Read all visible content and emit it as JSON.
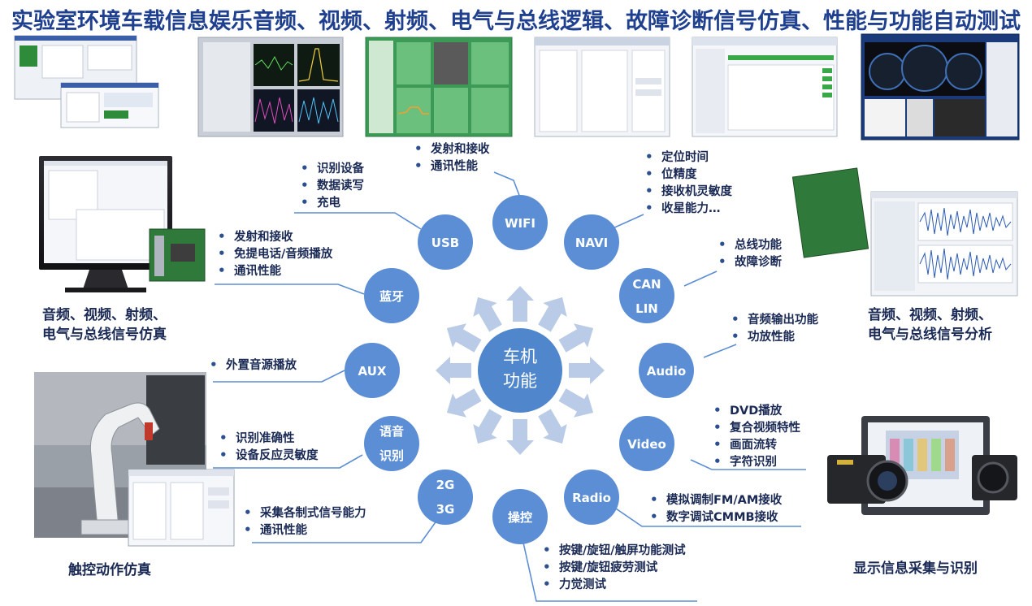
{
  "title": "实验室环境车载信息娱乐音频、视频、射频、电气与总线逻辑、故障诊断信号仿真、性能与功能自动测试",
  "center": [
    "车机",
    "功能"
  ],
  "nodes": {
    "wifi": [
      "WIFI"
    ],
    "navi": [
      "NAVI"
    ],
    "can": [
      "CAN",
      "LIN"
    ],
    "audio": [
      "Audio"
    ],
    "video": [
      "Video"
    ],
    "radio": [
      "Radio"
    ],
    "control": [
      "操控"
    ],
    "g23": [
      "2G",
      "3G"
    ],
    "voice": [
      "语音",
      "识别"
    ],
    "aux": [
      "AUX"
    ],
    "bluetooth": [
      "蓝牙"
    ],
    "usb": [
      "USB"
    ]
  },
  "bullets": {
    "wifi": [
      "发射和接收",
      "通讯性能"
    ],
    "navi": [
      "定位时间",
      "位精度",
      "接收机灵敏度",
      "收星能力…"
    ],
    "can": [
      "总线功能",
      "故障诊断"
    ],
    "audio": [
      "音频输出功能",
      "功放性能"
    ],
    "video": [
      "DVD播放",
      "复合视频特性",
      "画面流转",
      "字符识别"
    ],
    "radio": [
      "模拟调制FM/AM接收",
      "数字调试CMMB接收"
    ],
    "control": [
      "按键/旋钮/触屏功能测试",
      "按键/旋钮疲劳测试",
      "力觉测试"
    ],
    "g23": [
      "采集各制式信号能力",
      "通讯性能"
    ],
    "voice": [
      "识别准确性",
      "设备反应灵敏度"
    ],
    "aux": [
      "外置音源播放"
    ],
    "bluetooth": [
      "发射和接收",
      "免提电话/音频播放",
      "通讯性能"
    ],
    "usb": [
      "识别设备",
      "数据读写",
      "充电"
    ]
  },
  "captions": {
    "left_sim": [
      "音频、视频、射频、",
      "电气与总线信号仿真"
    ],
    "right_ana": [
      "音频、视频、射频、",
      "电气与总线信号分析"
    ],
    "touch": "触控动作仿真",
    "display": "显示信息采集与识别"
  },
  "colors": {
    "title": "#1f3f8f",
    "node": "#5b8ed4",
    "center": "#4f86cc",
    "arrow": "#b9cbe6",
    "line": "#5b8ed4",
    "text": "#1a2a55"
  }
}
